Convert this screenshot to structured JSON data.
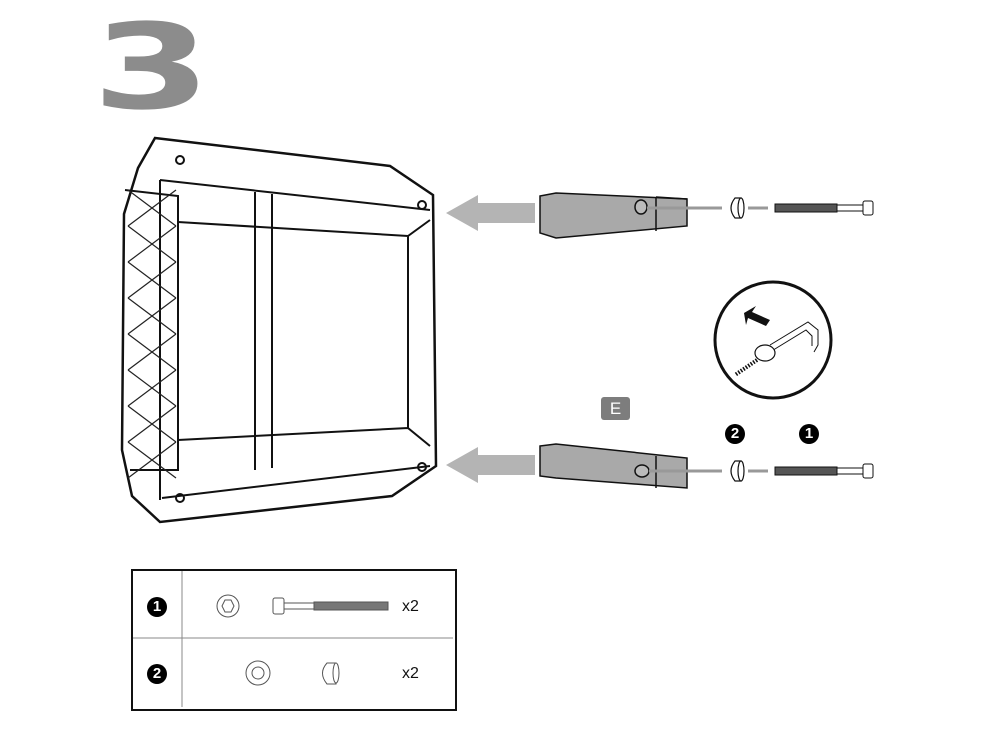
{
  "step_number": "3",
  "part_label": "E",
  "callouts": {
    "part1": "1",
    "part2": "2"
  },
  "parts_table": {
    "rows": [
      {
        "number": "1",
        "items": [
          "hex-socket-view-icon",
          "bolt-icon"
        ],
        "quantity": "x2"
      },
      {
        "number": "2",
        "items": [
          "washer-icon",
          "cap-nut-icon"
        ],
        "quantity": "x2"
      }
    ]
  },
  "colors": {
    "step": "#8c8c8c",
    "arrow": "#b4b4b4",
    "bar": "#a9a9a9",
    "label": "#7d7d7d"
  }
}
